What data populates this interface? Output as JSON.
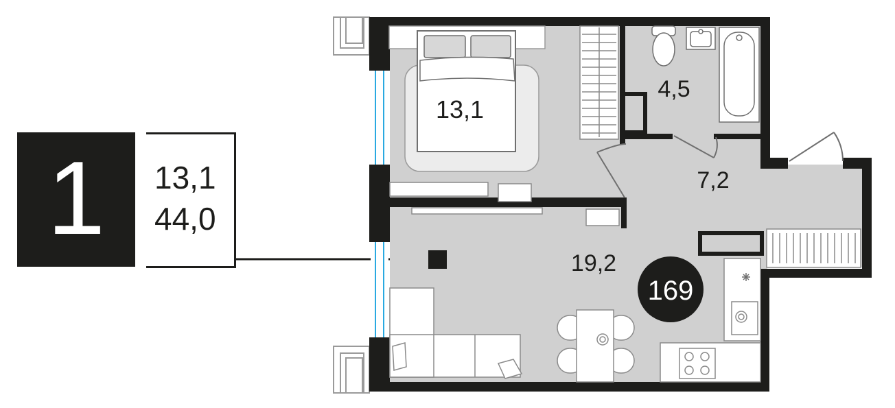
{
  "legend": {
    "rooms": "1",
    "living_area": "13,1",
    "total_area": "44,0"
  },
  "plan": {
    "apartment_number": "169",
    "rooms": [
      {
        "name": "bedroom",
        "area": "13,1"
      },
      {
        "name": "bathroom",
        "area": "4,5"
      },
      {
        "name": "hallway",
        "area": "7,2"
      },
      {
        "name": "living-kitchen",
        "area": "19,2"
      }
    ],
    "colors": {
      "wall": "#1d1d1b",
      "floor": "#d0d0d0",
      "window": "#29a9e1",
      "furniture": "#ffffff"
    }
  }
}
